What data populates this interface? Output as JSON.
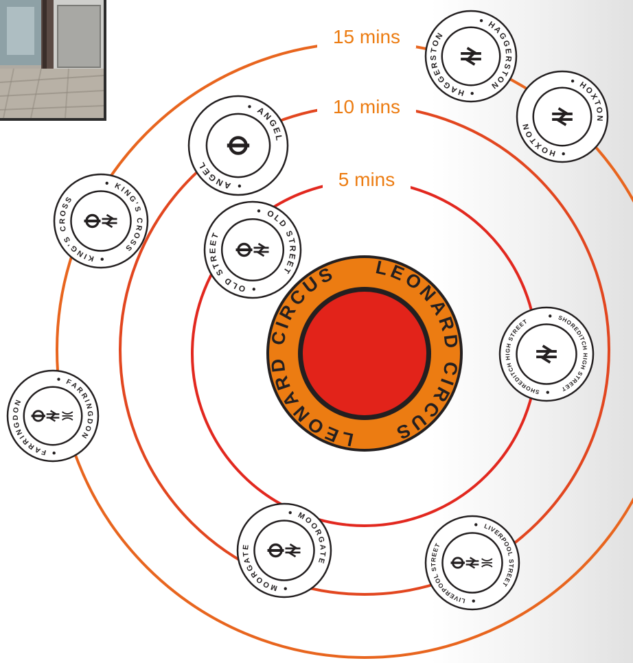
{
  "colors": {
    "ring_15": "#e8651e",
    "ring_10": "#e2461f",
    "ring_5": "#e2281f",
    "label": "#ec7c12",
    "center_fill": "#e2231a",
    "center_ring": "#ec7c12",
    "badge_stroke": "#222222"
  },
  "rings": {
    "five": "5 mins",
    "ten": "10 mins",
    "fifteen": "15 mins"
  },
  "center": {
    "name": "LEONARD CIRCUS"
  },
  "stations": {
    "haggerston": {
      "name": "HAGGERSTON",
      "services": [
        "national-rail"
      ]
    },
    "hoxton": {
      "name": "HOXTON",
      "services": [
        "national-rail"
      ]
    },
    "angel": {
      "name": "ANGEL",
      "services": [
        "underground"
      ]
    },
    "kings_cross": {
      "name": "KING'S CROSS",
      "services": [
        "underground",
        "national-rail"
      ]
    },
    "old_street": {
      "name": "OLD STREET",
      "services": [
        "underground",
        "national-rail"
      ]
    },
    "shoreditch": {
      "name": "SHOREDITCH HIGH STREET",
      "services": [
        "national-rail"
      ]
    },
    "farringdon": {
      "name": "FARRINGDON",
      "services": [
        "underground",
        "national-rail",
        "elizabeth-line"
      ]
    },
    "moorgate": {
      "name": "MOORGATE",
      "services": [
        "underground",
        "national-rail"
      ]
    },
    "liverpool": {
      "name": "LIVERPOOL STREET",
      "services": [
        "underground",
        "national-rail",
        "elizabeth-line"
      ]
    }
  }
}
